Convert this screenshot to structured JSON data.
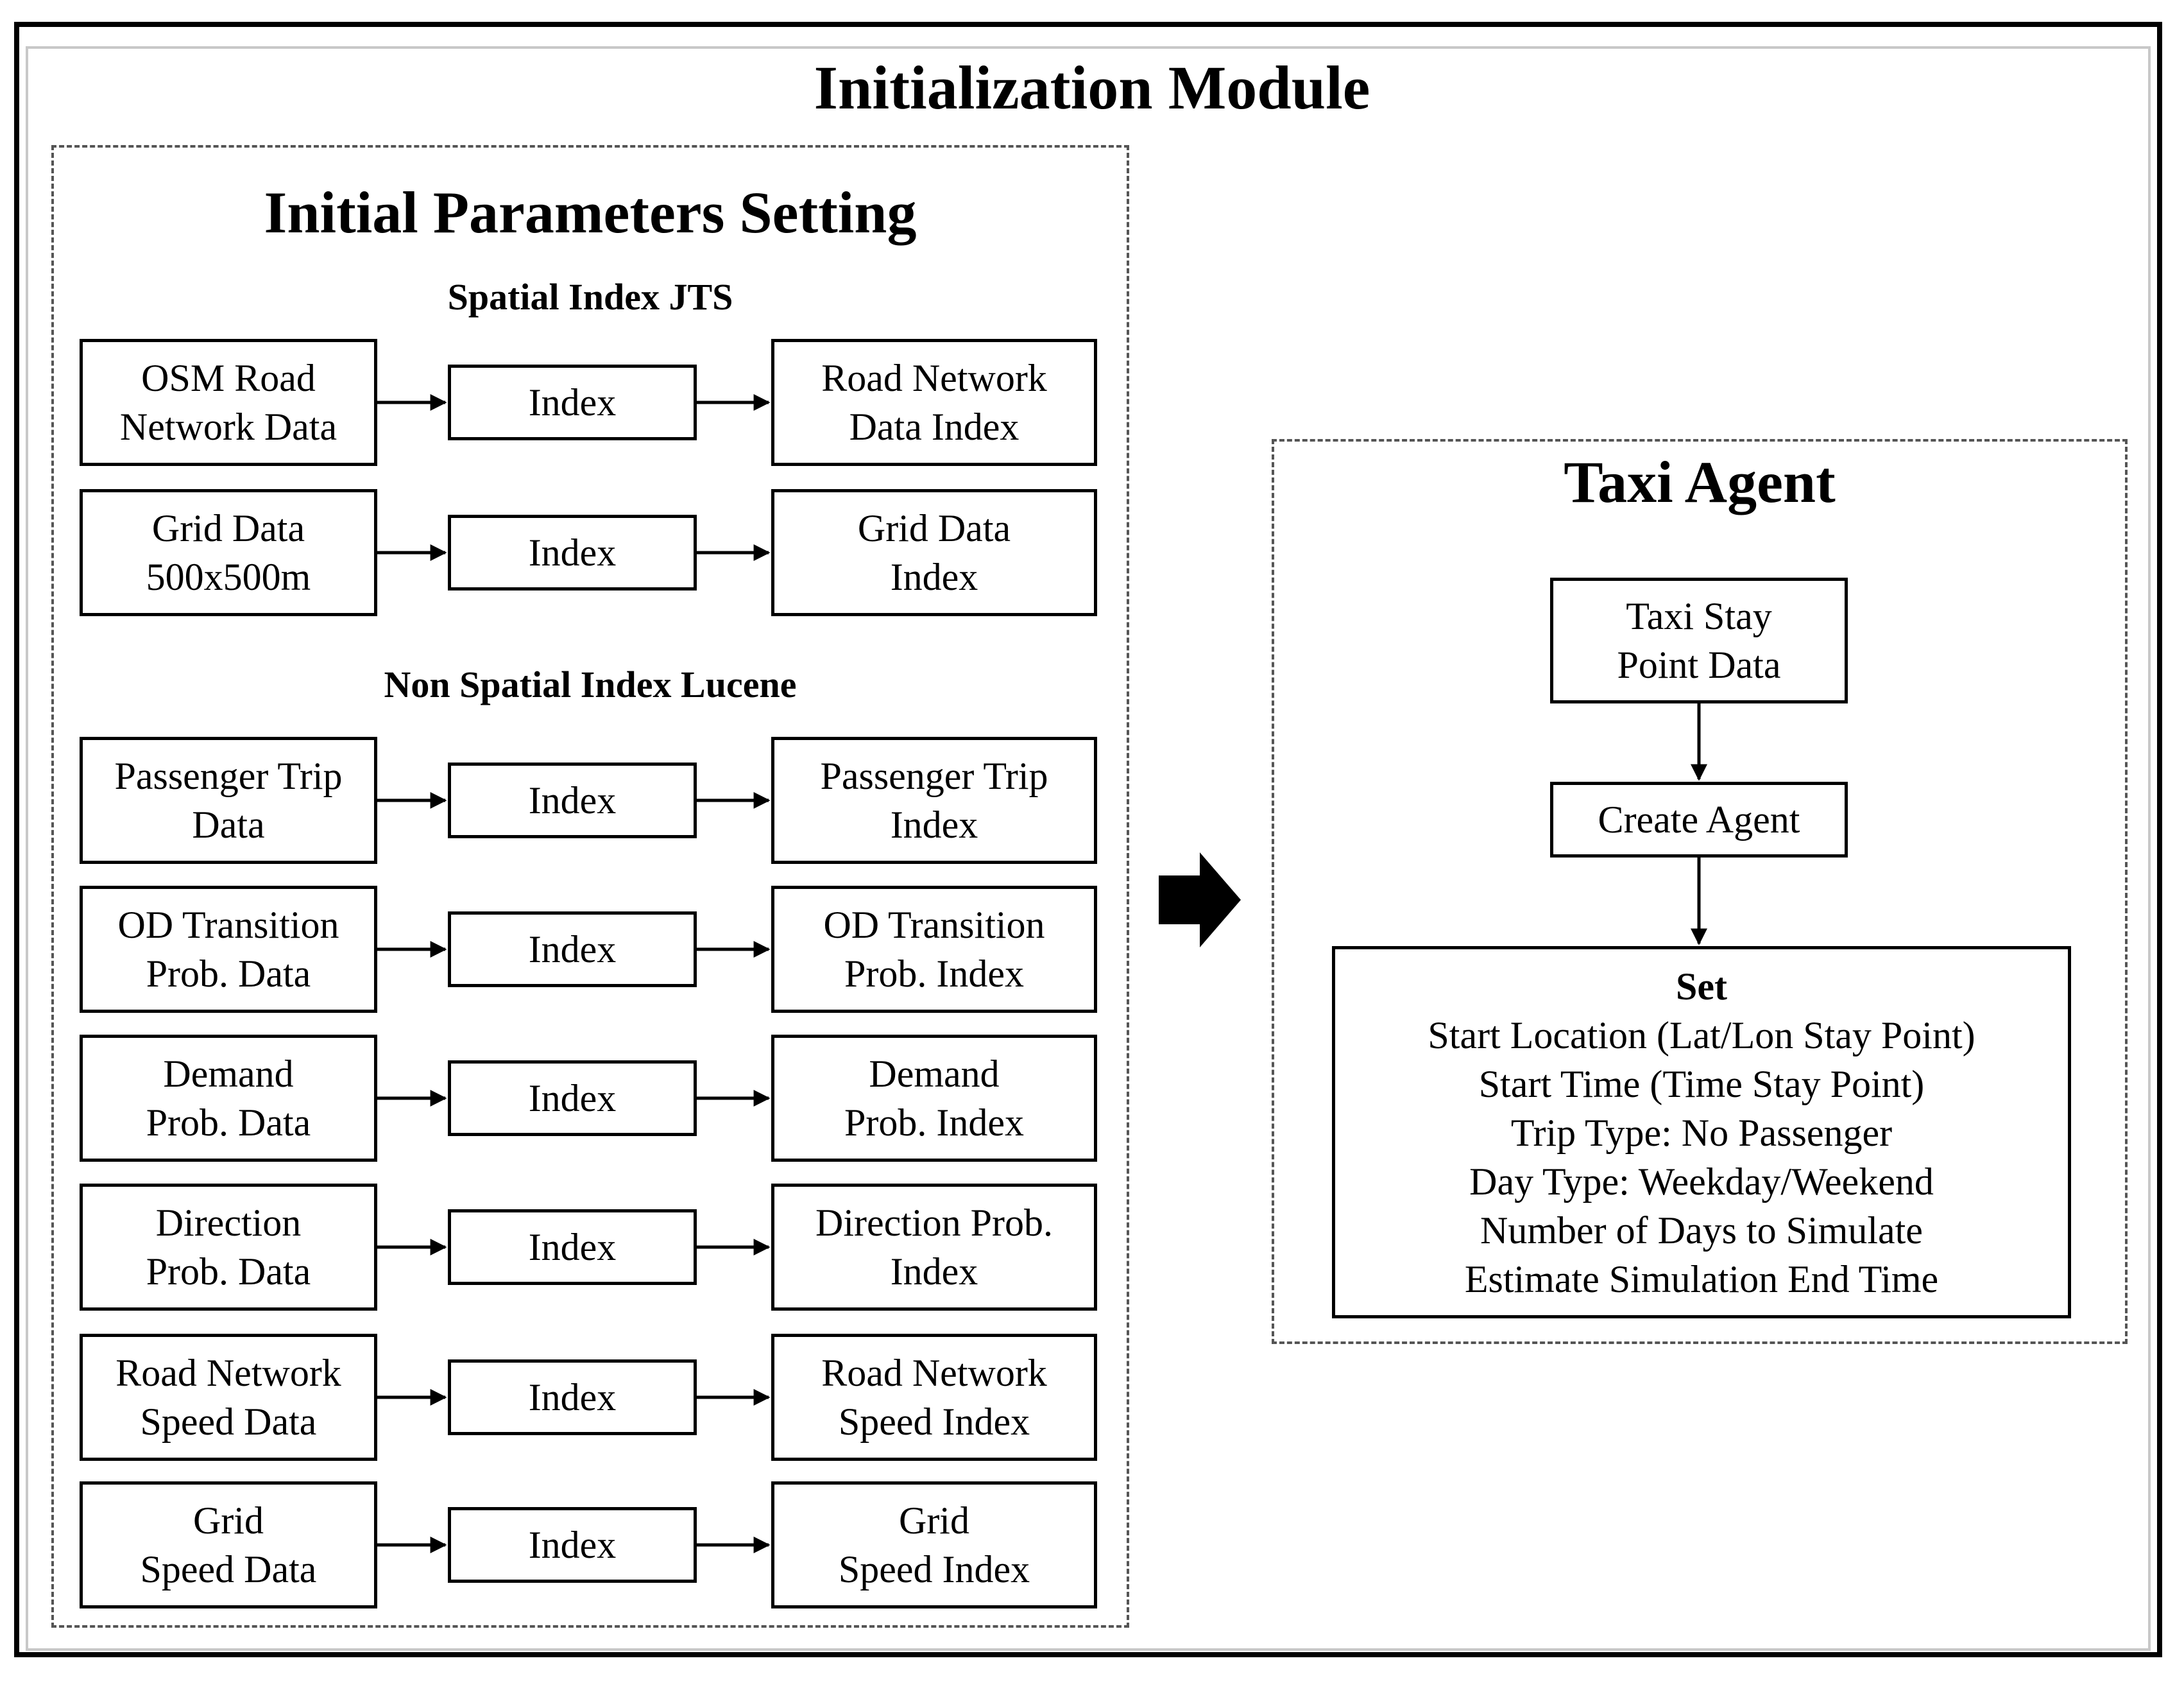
{
  "module_title": "Initialization Module",
  "left_panel": {
    "title": "Initial Parameters Setting",
    "spatial_section": "Spatial Index JTS",
    "non_spatial_section": "Non Spatial Index Lucene",
    "rows": [
      {
        "source": "OSM Road\nNetwork Data",
        "process": "Index",
        "target": "Road Network\nData Index"
      },
      {
        "source": "Grid Data\n500x500m",
        "process": "Index",
        "target": "Grid Data\nIndex"
      },
      {
        "source": "Passenger Trip\nData",
        "process": "Index",
        "target": "Passenger Trip\nIndex"
      },
      {
        "source": "OD Transition\nProb. Data",
        "process": "Index",
        "target": "OD Transition\nProb. Index"
      },
      {
        "source": "Demand\nProb. Data",
        "process": "Index",
        "target": "Demand\nProb. Index"
      },
      {
        "source": "Direction\nProb. Data",
        "process": "Index",
        "target": "Direction Prob.\nIndex"
      },
      {
        "source": "Road Network\nSpeed Data",
        "process": "Index",
        "target": "Road Network\nSpeed Index"
      },
      {
        "source": "Grid\nSpeed Data",
        "process": "Index",
        "target": "Grid\nSpeed Index"
      }
    ]
  },
  "right_panel": {
    "title": "Taxi Agent",
    "stay_point_box": "Taxi  Stay\nPoint Data",
    "create_agent_box": "Create Agent",
    "set_box": {
      "heading": "Set",
      "lines": [
        "Start Location (Lat/Lon Stay Point)",
        "Start Time  (Time  Stay Point)",
        "Trip Type:  No Passenger",
        "Day Type:  Weekday/Weekend",
        "Number of Days to Simulate",
        "Estimate Simulation  End Time"
      ]
    }
  }
}
